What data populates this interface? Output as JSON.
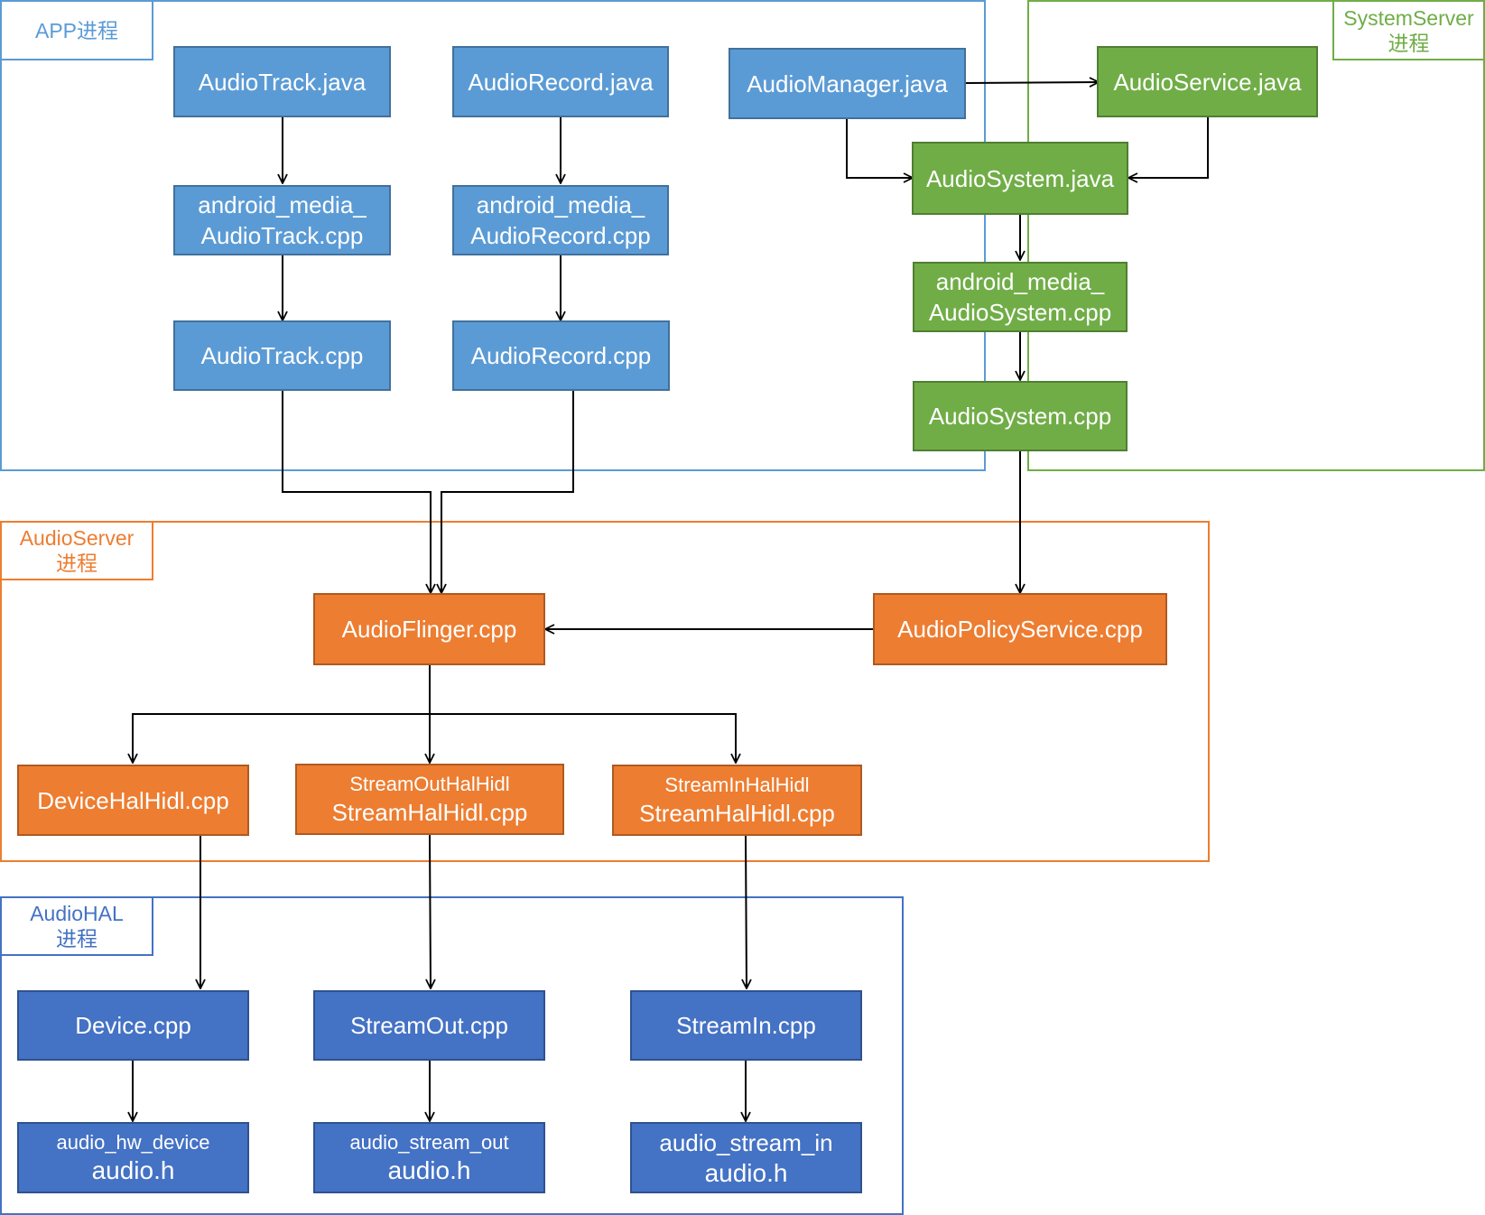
{
  "regions": {
    "app": {
      "label": "APP进程",
      "color": "#5b9bd5"
    },
    "systemserver": {
      "label_line1": "SystemServer",
      "label_line2": "进程",
      "color": "#70ad47"
    },
    "audioserver": {
      "label_line1": "AudioServer",
      "label_line2": "进程",
      "color": "#ed7d31"
    },
    "audiohal": {
      "label_line1": "AudioHAL",
      "label_line2": "进程",
      "color": "#4472c4"
    }
  },
  "nodes": {
    "audiotrack_java": "AudioTrack.java",
    "audiorecord_java": "AudioRecord.java",
    "audiomanager_java": "AudioManager.java",
    "audioservice_java": "AudioService.java",
    "jni_audiotrack_1": "android_media_",
    "jni_audiotrack_2": "AudioTrack.cpp",
    "jni_audiorecord_1": "android_media_",
    "jni_audiorecord_2": "AudioRecord.cpp",
    "audiosystem_java": "AudioSystem.java",
    "jni_audiosystem_1": "android_media_",
    "jni_audiosystem_2": "AudioSystem.cpp",
    "audiotrack_cpp": "AudioTrack.cpp",
    "audiorecord_cpp": "AudioRecord.cpp",
    "audiosystem_cpp": "AudioSystem.cpp",
    "audioflinger_cpp": "AudioFlinger.cpp",
    "audiopolicyservice_cpp": "AudioPolicyService.cpp",
    "devicehalhidl_cpp": "DeviceHalHidl.cpp",
    "streamout_hidl_1": "StreamOutHalHidl",
    "streamout_hidl_2": "StreamHalHidl.cpp",
    "streamin_hidl_1": "StreamInHalHidl",
    "streamin_hidl_2": "StreamHalHidl.cpp",
    "device_cpp": "Device.cpp",
    "streamout_cpp": "StreamOut.cpp",
    "streamin_cpp": "StreamIn.cpp",
    "hw_device_1": "audio_hw_device",
    "hw_device_2": "audio.h",
    "stream_out_1": "audio_stream_out",
    "stream_out_2": "audio.h",
    "stream_in_1": "audio_stream_in",
    "stream_in_2": "audio.h"
  }
}
